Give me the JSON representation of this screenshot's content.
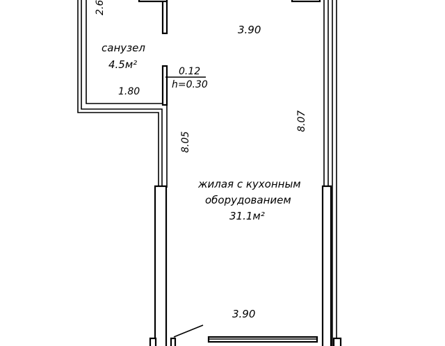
{
  "rooms": {
    "bathroom": {
      "name": "санузел",
      "area": "4.5м²"
    },
    "living": {
      "name_line1": "жилая с кухонным",
      "name_line2": "оборудованием",
      "area": "31.1м²"
    }
  },
  "dimensions": {
    "top_left_partial": "2.6",
    "top_width": "3.90",
    "bottom_width": "3.90",
    "bathroom_width": "1.80",
    "left_length": "8.05",
    "right_length": "8.07",
    "opening_width": "0.12",
    "opening_height": "h=0.30"
  }
}
